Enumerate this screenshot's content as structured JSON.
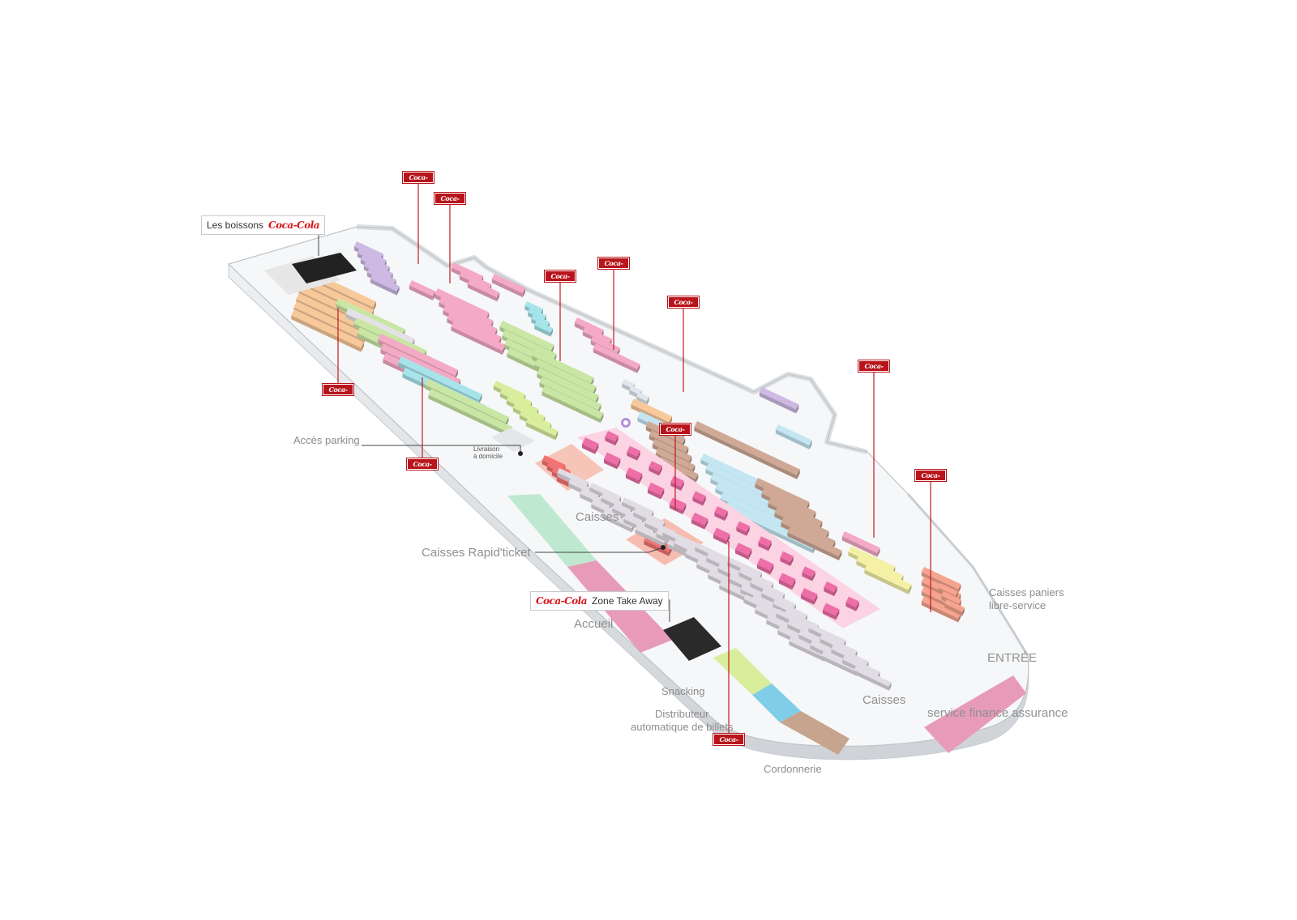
{
  "brand": {
    "logo_text": "Coca-Cola",
    "color": "#d7141a"
  },
  "callouts": {
    "boissons": "Les boissons",
    "take_away": "Zone Take Away"
  },
  "labels": {
    "acces_parking": "Accès parking",
    "livraison_line1": "Livraison",
    "livraison_line2": "à domicile",
    "caisses_top": "Caisses",
    "caisses_rapid": "Caisses Rapid'ticket",
    "accueil": "Accueil",
    "snacking": "Snacking",
    "distributeur_line1": "Distributeur",
    "distributeur_line2": "automatique de billets",
    "cordonnerie": "Cordonnerie",
    "caisses_bottom": "Caisses",
    "caisses_paniers_line1": "Caisses paniers",
    "caisses_paniers_line2": "libre-service",
    "entree": "ENTRÉE",
    "service_finance": "service finance assurance"
  },
  "zone_colors": {
    "purple": "#cdb9e3",
    "pink": "#f4a9c4",
    "orange": "#f7c89a",
    "green": "#c9e6a4",
    "lightgreen": "#d8ee9c",
    "cyan": "#a6e4ea",
    "lightblue": "#c3e6f2",
    "brown": "#cfa996",
    "red": "#f27373",
    "salmon": "#f6a48f",
    "magenta": "#ee6ea8",
    "yellow": "#f4f0a6",
    "grey": "#e4e1e6",
    "mint": "#bfe8d0",
    "rose": "#e89bb8",
    "tan": "#c7a48d",
    "sky": "#7fcde8"
  }
}
